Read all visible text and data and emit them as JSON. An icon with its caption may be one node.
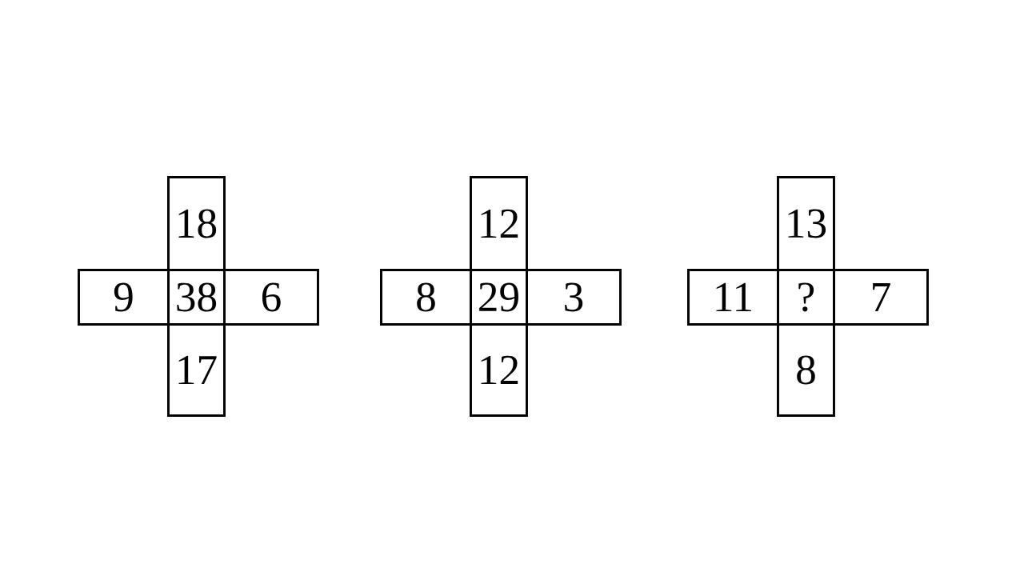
{
  "diagram": {
    "nodes": [
      {
        "text": [
          "18"
        ]
      },
      {
        "text": [
          "9"
        ]
      },
      {
        "text": [
          "38"
        ]
      },
      {
        "text": [
          "6"
        ]
      },
      {
        "text": [
          "17"
        ]
      },
      {
        "text": [
          "12"
        ]
      },
      {
        "text": [
          "8"
        ]
      },
      {
        "text": [
          "29"
        ]
      },
      {
        "text": [
          "3"
        ]
      },
      {
        "text": [
          "12"
        ]
      },
      {
        "text": [
          "13"
        ]
      },
      {
        "text": [
          "11"
        ]
      },
      {
        "text": [
          "?"
        ]
      },
      {
        "text": [
          "7"
        ]
      },
      {
        "text": [
          "8"
        ]
      }
    ]
  }
}
